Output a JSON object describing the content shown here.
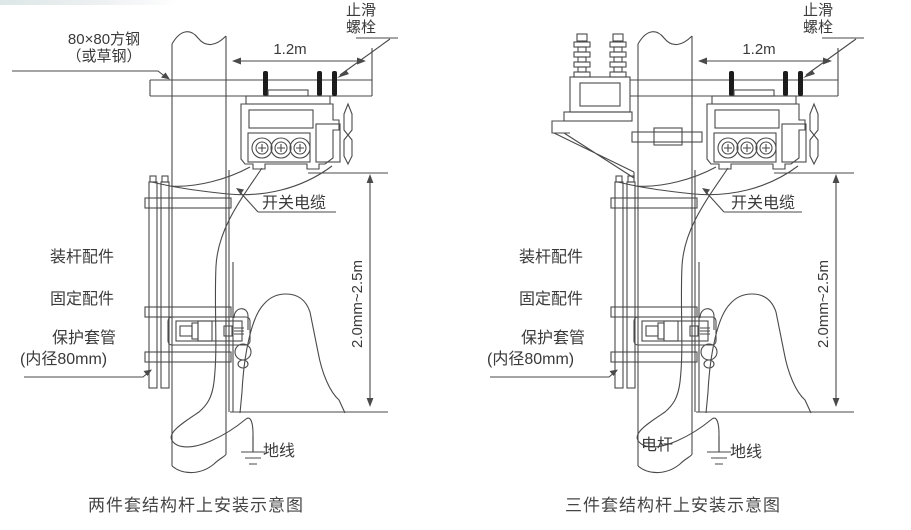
{
  "colors": {
    "line": "#4a4a4a",
    "bolt": "#1c1c1c",
    "text": "#3a3a3a",
    "background": "#ffffff"
  },
  "diagram_left": {
    "labels": {
      "beam_line1": "80×80方钢",
      "beam_line2": "（或草钢）",
      "dim_width": "1.2m",
      "antislip_line1": "止滑",
      "antislip_line2": "螺栓",
      "switch_cable": "开关电缆",
      "pole_fitting": "装杆配件",
      "fixing_fitting": "固定配件",
      "sleeve_line1": "保护套管",
      "sleeve_line2": "(内径80mm)",
      "dim_height": "2.0mm~2.5m",
      "ground_wire": "地线"
    },
    "caption": "两件套结构杆上安装示意图"
  },
  "diagram_right": {
    "labels": {
      "dim_width": "1.2m",
      "antislip_line1": "止滑",
      "antislip_line2": "螺栓",
      "switch_cable": "开关电缆",
      "pole_fitting": "装杆配件",
      "fixing_fitting": "固定配件",
      "sleeve_line1": "保护套管",
      "sleeve_line2": "(内径80mm)",
      "dim_height": "2.0mm~2.5m",
      "pole": "电杆",
      "ground_wire": "地线"
    },
    "caption": "三件套结构杆上安装示意图"
  }
}
